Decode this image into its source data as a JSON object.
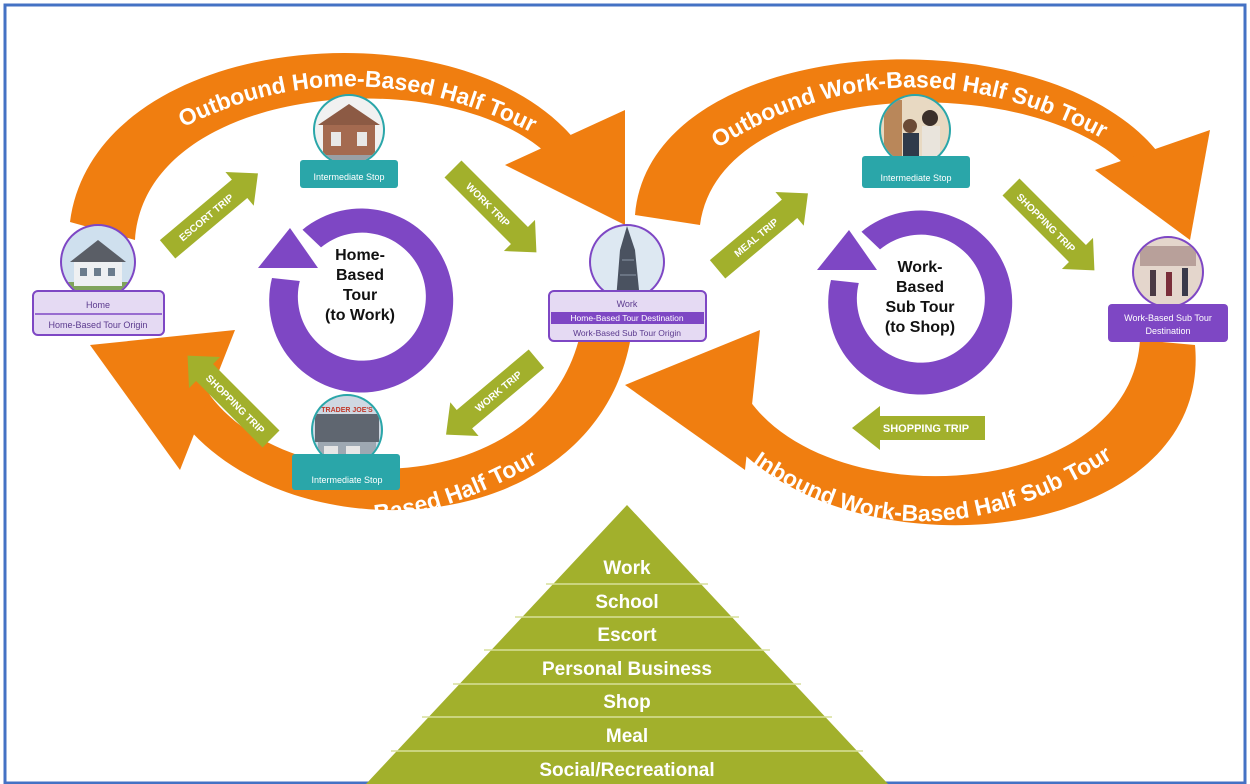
{
  "colors": {
    "orange": "#F07E10",
    "purple": "#7E47C4",
    "purple_dark": "#6A3DA8",
    "lavender": "#E5DAF3",
    "teal": "#2AA6A9",
    "green": "#A2B02C",
    "frame_blue": "#4472C4"
  },
  "tours": {
    "outbound_home": "Outbound Home-Based Half Tour",
    "inbound_home": "Inbound Home-Based Half Tour",
    "outbound_work": "Outbound Work-Based Half Sub Tour",
    "inbound_work": "Inbound Work-Based Half Sub Tour"
  },
  "cycles": {
    "home_based": [
      "Home-",
      "Based",
      "Tour",
      "(to Work)"
    ],
    "work_based": [
      "Work-",
      "Based",
      "Sub Tour",
      "(to Shop)"
    ]
  },
  "trips": {
    "escort": "ESCORT TRIP",
    "work_out": "WORK TRIP",
    "work_in": "WORK TRIP",
    "shopping_home": "SHOPPING TRIP",
    "meal": "MEAL TRIP",
    "shopping_work_out": "SHOPPING TRIP",
    "shopping_work_in": "SHOPPING TRIP"
  },
  "stops": {
    "home": {
      "title": "Home",
      "sub": "Home-Based Tour Origin",
      "icon": "house-photo"
    },
    "work": {
      "title": "Work",
      "sub1": "Home-Based Tour Destination",
      "sub2": "Work-Based Sub Tour Origin",
      "icon": "skyscraper-photo"
    },
    "inter_top_left": {
      "label": "Intermediate Stop",
      "icon": "building-photo"
    },
    "inter_bottom_left": {
      "label": "Intermediate Stop",
      "icon": "store-photo",
      "sign": "TRADER JOE'S"
    },
    "inter_top_right": {
      "label": "Intermediate Stop",
      "icon": "restaurant-photo"
    },
    "work_dest": {
      "label1": "Work-Based Sub Tour",
      "label2": "Destination",
      "icon": "mall-photo"
    }
  },
  "pyramid": {
    "levels": [
      "Work",
      "School",
      "Escort",
      "Personal Business",
      "Shop",
      "Meal",
      "Social/Recreational"
    ]
  }
}
